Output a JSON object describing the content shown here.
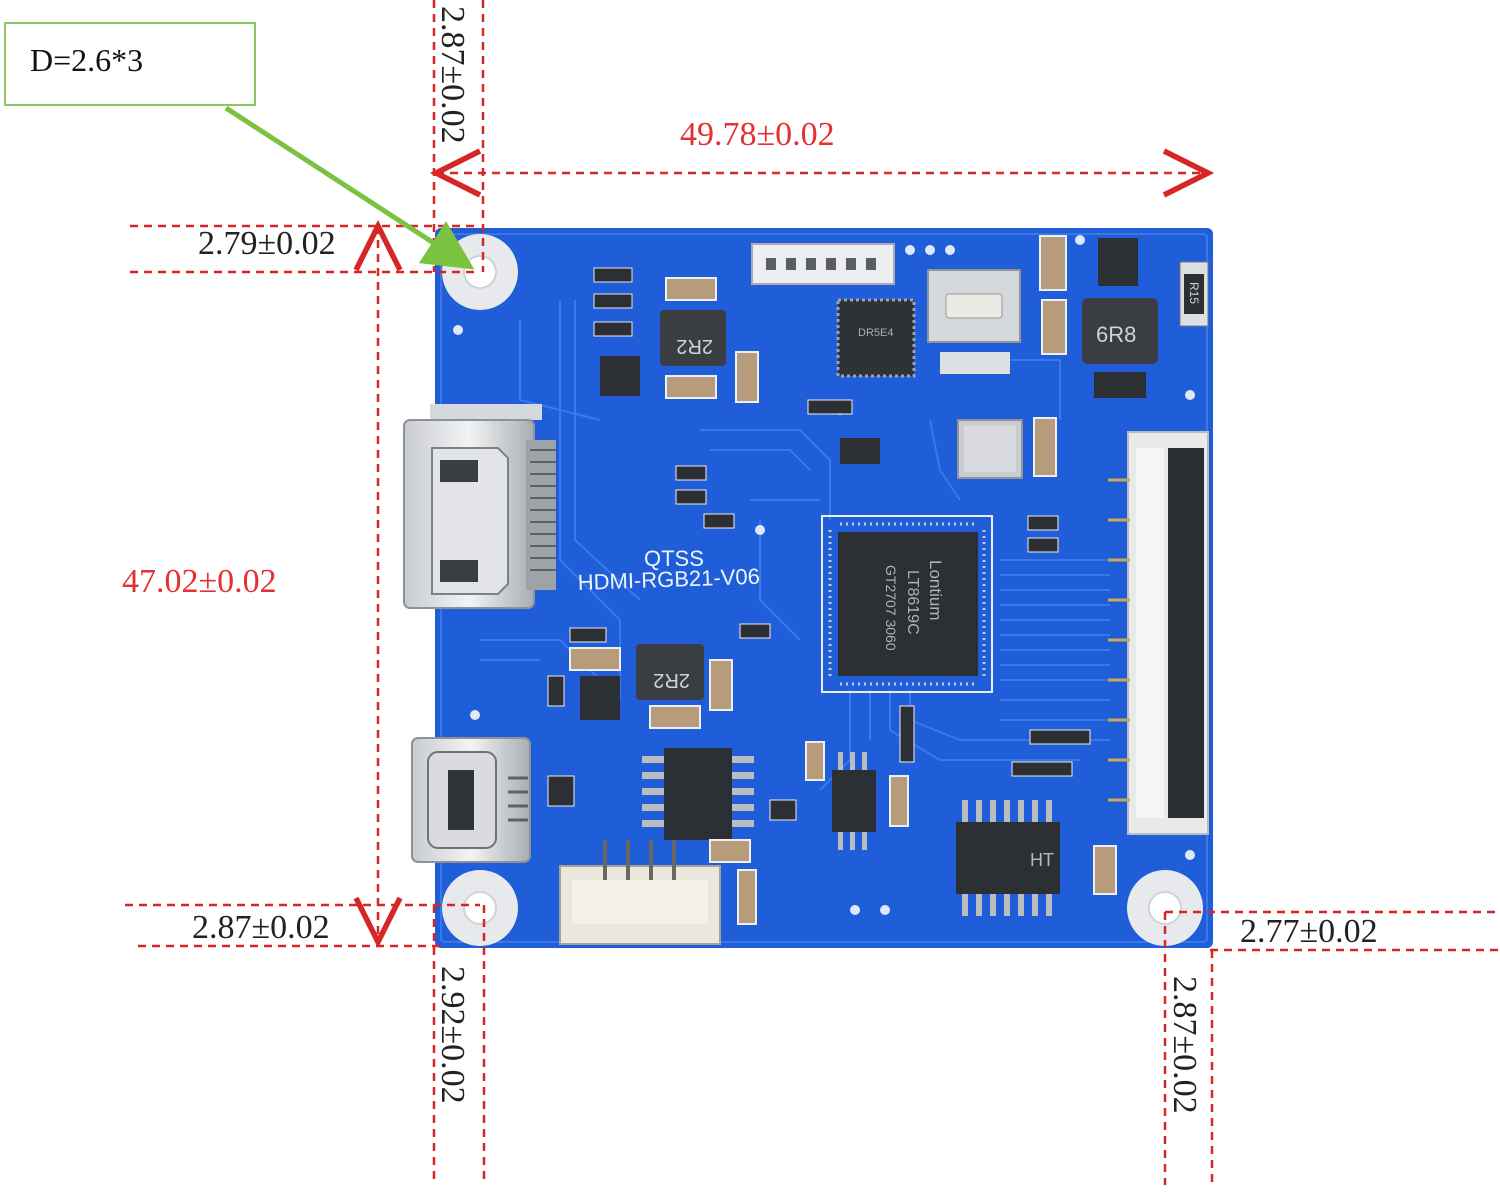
{
  "callout": {
    "label": "D=2.6*3",
    "border_color": "#8cc665",
    "arrow_color": "#7cc241"
  },
  "dimensions": {
    "top_left_hole_x_offset": "2.87±0.02",
    "top_left_hole_y_offset": "2.79±0.02",
    "width": "49.78±0.02",
    "height": "47.02±0.02",
    "bottom_left_hole_y_offset": "2.87±0.02",
    "bottom_left_hole_x_offset": "2.92±0.02",
    "bottom_right_hole_y_offset": "2.77±0.02",
    "bottom_right_hole_x_offset": "2.87±0.02"
  },
  "board": {
    "brand": "QTSS",
    "model": "HDMI-RGB21-V06",
    "main_chip_brand": "Lontium",
    "main_chip_part": "LT8619C",
    "main_chip_code": "GT2707 3060",
    "inductor_1": "2R2",
    "inductor_2": "2R2",
    "inductor_3": "6R8",
    "small_chip": "DR5E4",
    "resistor_mark": "R15",
    "driver_chip": "HT"
  },
  "colors": {
    "board": "#1f5ed8",
    "dimension_red": "#e23232",
    "dimension_black": "#222222",
    "dashed_line": "#d62626"
  }
}
